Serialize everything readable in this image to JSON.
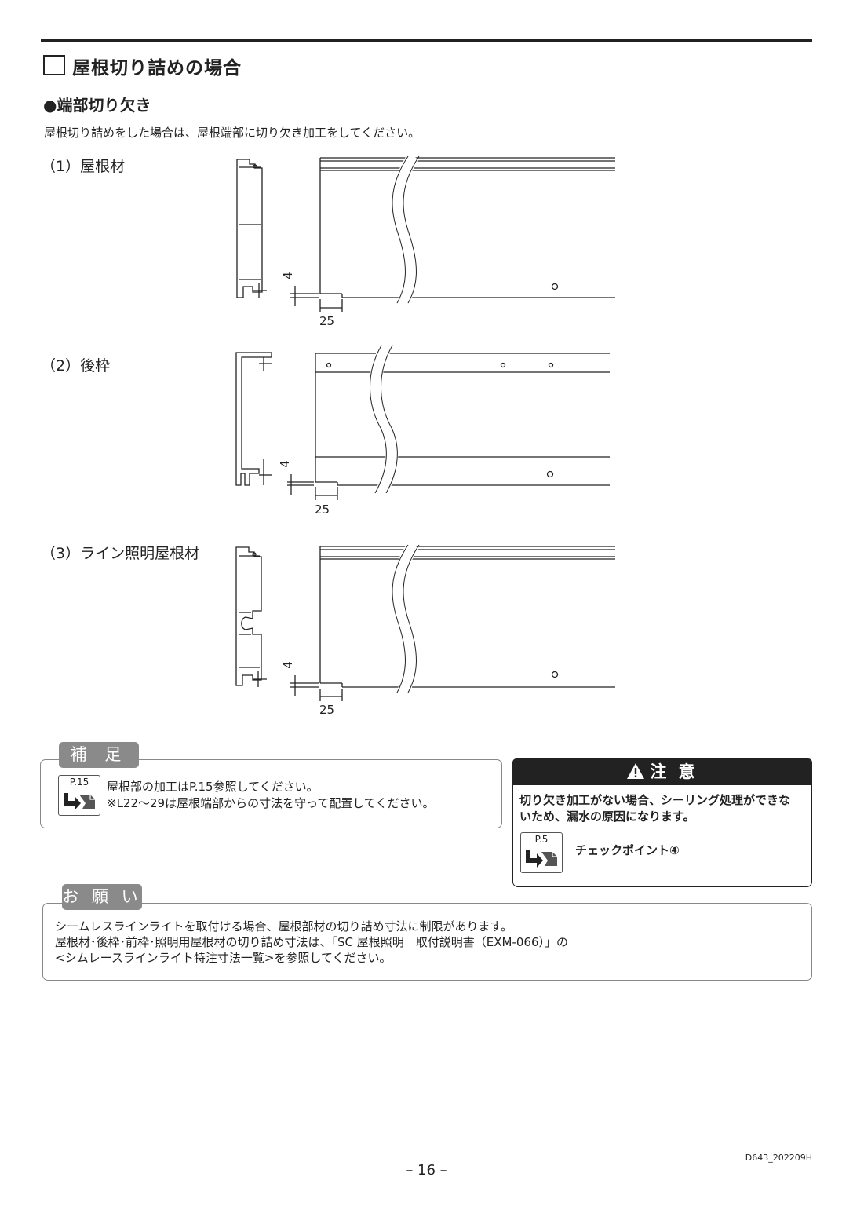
{
  "section": {
    "title": "屋根切り詰めの場合",
    "subtitle": "●端部切り欠き",
    "intro": "屋根切り詰めをした場合は、屋根端部に切り欠き加工をしてください。"
  },
  "figures": [
    {
      "label": "（1）屋根材",
      "dim_vertical": "4",
      "dim_horizontal": "25"
    },
    {
      "label": "（2）後枠",
      "dim_vertical": "4",
      "dim_horizontal": "25"
    },
    {
      "label": "（3）ライン照明屋根材",
      "dim_vertical": "4",
      "dim_horizontal": "25"
    }
  ],
  "supplement": {
    "tab": "補 足",
    "ref_page": "P.15",
    "lines": [
      "屋根部の加工はP.15参照してください。",
      "※L22～29は屋根端部からの寸法を守って配置してください。"
    ]
  },
  "caution": {
    "header": "注 意",
    "text_lines": [
      "切り欠き加工がない場合、シーリング処理ができな",
      "いため、漏水の原因になります。"
    ],
    "ref_page": "P.5",
    "checkpoint": "チェックポイント④"
  },
  "request": {
    "tab": "お 願 い",
    "lines": [
      "シームレスラインライトを取付ける場合、屋根部材の切り詰め寸法に制限があります。",
      "屋根材･後枠･前枠･照明用屋根材の切り詰め寸法は、「SC 屋根照明　取付説明書（EXM-066）」の",
      "<シムレースラインライト特注寸法一覧>を参照してください。"
    ]
  },
  "footer": {
    "code": "D643_202209H",
    "page": "– 16 –"
  },
  "colors": {
    "tab_gray": "#8a8a8a",
    "caution_black": "#222222"
  }
}
